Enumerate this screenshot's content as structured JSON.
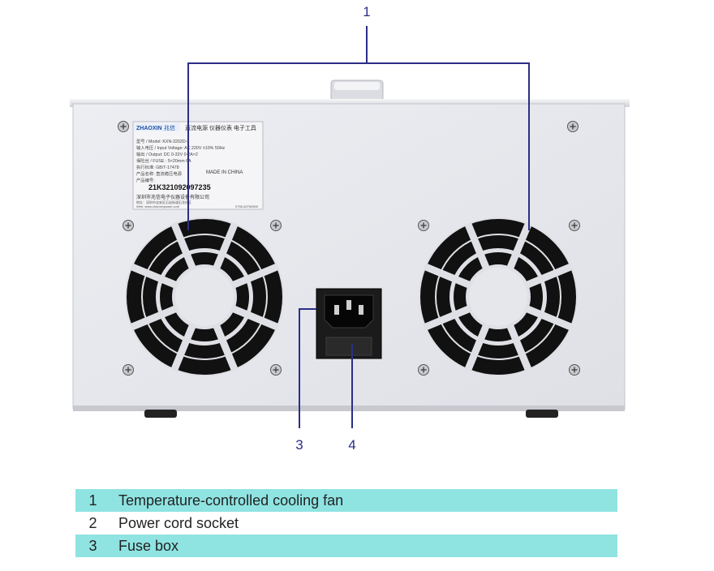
{
  "callouts": [
    {
      "number": "1"
    },
    {
      "number": "3"
    },
    {
      "number": "4"
    }
  ],
  "device_label": {
    "brand": "ZHAOXIN",
    "brand_cn": "兆信",
    "title_cn": "直流电源 仪器仪表 电子工具",
    "model": "型号 / Model: KXN-3202D-Ⅱ",
    "input_voltage": "输入电压 / Input Voltage: AC 220V ±10% 50Hz",
    "output": "输出 / Output: DC 0-32V 0-2A×2",
    "fuse": "保险丝 / FUSE : 5×20mm 6A",
    "standard": "执行标准: GB/T-17478",
    "product_name": "产品名称: 直流稳压电源",
    "made_in": "MADE IN CHINA",
    "serial_label": "产品编号:",
    "serial": "21K321092097235",
    "company": "深圳市兆信电子仪器设备有限公司",
    "address": "地址：深圳市宝安区石岩街道石龙社区",
    "web": "Web: www.zhaoxinpower.com",
    "phone": "0755-82760800"
  },
  "legend": [
    {
      "number": "1",
      "text": "Temperature-controlled cooling fan",
      "highlight": true
    },
    {
      "number": "2",
      "text": "Power cord socket",
      "highlight": false
    },
    {
      "number": "3",
      "text": "Fuse box",
      "highlight": true
    }
  ],
  "colors": {
    "callout_line": "#2b2f86",
    "legend_highlight": "#8fe4e2",
    "panel": "#e4e5ea",
    "fan_grill": "#111111"
  }
}
